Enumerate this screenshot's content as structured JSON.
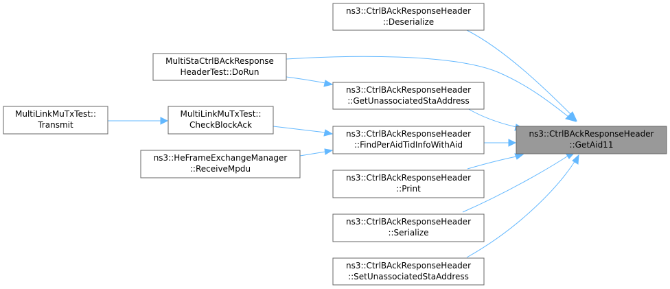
{
  "diagram": {
    "colors": {
      "edge": "#63b8ff",
      "node_border": "#666666",
      "node_fill": "#ffffff",
      "focus_fill": "#999999",
      "text": "#000000"
    },
    "nodes": {
      "get_aid11": {
        "lines": [
          "ns3::CtrlBAckResponseHeader",
          "::GetAid11"
        ],
        "focus": true
      },
      "deserialize": {
        "lines": [
          "ns3::CtrlBAckResponseHeader",
          "::Deserialize"
        ]
      },
      "get_unassociated_sta_address": {
        "lines": [
          "ns3::CtrlBAckResponseHeader",
          "::GetUnassociatedStaAddress"
        ]
      },
      "find_per_aid_tid_info_with_aid": {
        "lines": [
          "ns3::CtrlBAckResponseHeader",
          "::FindPerAidTidInfoWithAid"
        ]
      },
      "print": {
        "lines": [
          "ns3::CtrlBAckResponseHeader",
          "::Print"
        ]
      },
      "serialize": {
        "lines": [
          "ns3::CtrlBAckResponseHeader",
          "::Serialize"
        ]
      },
      "set_unassociated_sta_address": {
        "lines": [
          "ns3::CtrlBAckResponseHeader",
          "::SetUnassociatedStaAddress"
        ]
      },
      "multi_sta_do_run": {
        "lines": [
          "MultiStaCtrlBAckResponse",
          "HeaderTest::DoRun"
        ]
      },
      "check_block_ack": {
        "lines": [
          "MultiLinkMuTxTest::",
          "CheckBlockAck"
        ]
      },
      "receive_mpdu": {
        "lines": [
          "ns3::HeFrameExchangeManager",
          "::ReceiveMpdu"
        ]
      },
      "transmit": {
        "lines": [
          "MultiLinkMuTxTest::",
          "Transmit"
        ]
      }
    },
    "edges": [
      {
        "from": "deserialize",
        "to": "get_aid11"
      },
      {
        "from": "multi_sta_do_run",
        "to": "get_aid11"
      },
      {
        "from": "get_unassociated_sta_address",
        "to": "get_aid11"
      },
      {
        "from": "find_per_aid_tid_info_with_aid",
        "to": "get_aid11"
      },
      {
        "from": "print",
        "to": "get_aid11"
      },
      {
        "from": "serialize",
        "to": "get_aid11"
      },
      {
        "from": "set_unassociated_sta_address",
        "to": "get_aid11"
      },
      {
        "from": "multi_sta_do_run",
        "to": "get_unassociated_sta_address"
      },
      {
        "from": "check_block_ack",
        "to": "find_per_aid_tid_info_with_aid"
      },
      {
        "from": "receive_mpdu",
        "to": "find_per_aid_tid_info_with_aid"
      },
      {
        "from": "transmit",
        "to": "check_block_ack"
      }
    ]
  }
}
